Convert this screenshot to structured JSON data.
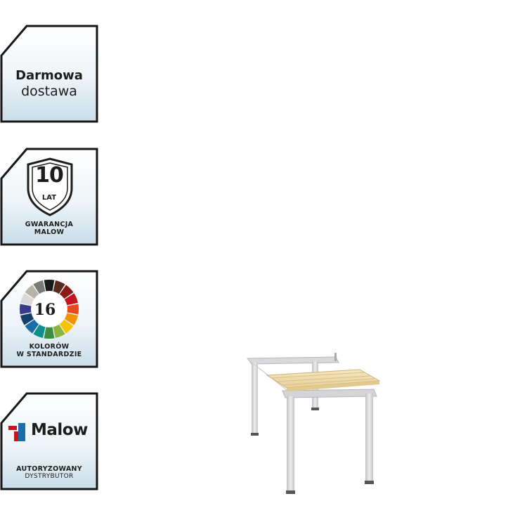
{
  "badges": {
    "delivery": {
      "title_bold": "Darmowa",
      "title_light": "dostawa"
    },
    "warranty": {
      "number": "10",
      "unit": "LAT",
      "line1": "GWARANCJA",
      "line2": "MALOW"
    },
    "colors": {
      "number": "16",
      "line1": "KOLORÓW",
      "line2": "W STANDARDZIE",
      "palette": [
        "#1a1a1a",
        "#5a2a1e",
        "#8b1a1a",
        "#c4161c",
        "#e8491d",
        "#f39200",
        "#f6c400",
        "#8fb43c",
        "#3c8d3c",
        "#0f8f8a",
        "#1a6fa8",
        "#14406e",
        "#3b3b8c",
        "#d9d9d9",
        "#b8b3a8",
        "#7a7a7a"
      ]
    },
    "distributor": {
      "brand": "Malow",
      "line1": "AUTORYZOWANY",
      "line2": "DYSTRYBUTOR",
      "logo_colors": [
        "#c4161c",
        "#1a6fa8"
      ]
    }
  },
  "product": {
    "type": "bench",
    "frame_color": "#d8d9db",
    "seat_color": "#f1dfb3"
  }
}
